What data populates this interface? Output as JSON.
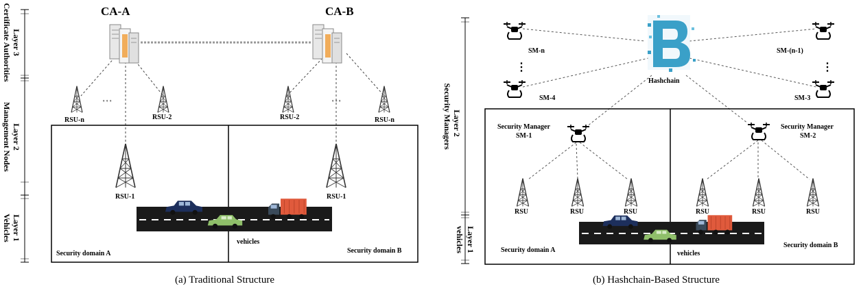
{
  "panel_a": {
    "caption": "(a)  Traditional Structure",
    "ca_a": "CA-A",
    "ca_b": "CA-B",
    "layers": {
      "layer3": {
        "title": "Layer 3",
        "subtitle": "Certificate Authorities"
      },
      "layer2": {
        "title": "Layer 2",
        "subtitle": "Management Nodes"
      },
      "layer1": {
        "title": "Layer 1",
        "subtitle": "Vehicles"
      }
    },
    "rsu_n_left": "RSU-n",
    "rsu_2_left": "RSU-2",
    "rsu_2_right": "RSU-2",
    "rsu_n_right": "RSU-n",
    "rsu_1_left": "RSU-1",
    "rsu_1_right": "RSU-1",
    "vehicles": "vehicles",
    "domain_a": "Security domain A",
    "domain_b": "Security domain B"
  },
  "panel_b": {
    "caption": "(b)  Hashchain-Based Structure",
    "layers": {
      "layer2": {
        "title": "Layer 2",
        "subtitle": "Security Managers"
      },
      "layer1": {
        "title": "Layer 1",
        "subtitle": "vehicles"
      }
    },
    "hashchain": "Hashchain",
    "sm_n": "SM-n",
    "sm_n1": "SM-(n-1)",
    "sm_4": "SM-4",
    "sm_3": "SM-3",
    "dots": "⋮",
    "sm1_title": "Security Manager",
    "sm1_id": "SM-1",
    "sm2_title": "Security Manager",
    "sm2_id": "SM-2",
    "rsu": "RSU",
    "vehicles": "vehicles",
    "domain_a": "Security domain A",
    "domain_b": "Security domain B"
  },
  "colors": {
    "server": "#d8d8d8",
    "server_accent": "#f0a040",
    "blockchain": "#3aa0c8",
    "road": "#1a1a1a",
    "car_blue": "#1d2f5c",
    "car_green": "#8fbf6a",
    "truck": "#e05a3c"
  }
}
